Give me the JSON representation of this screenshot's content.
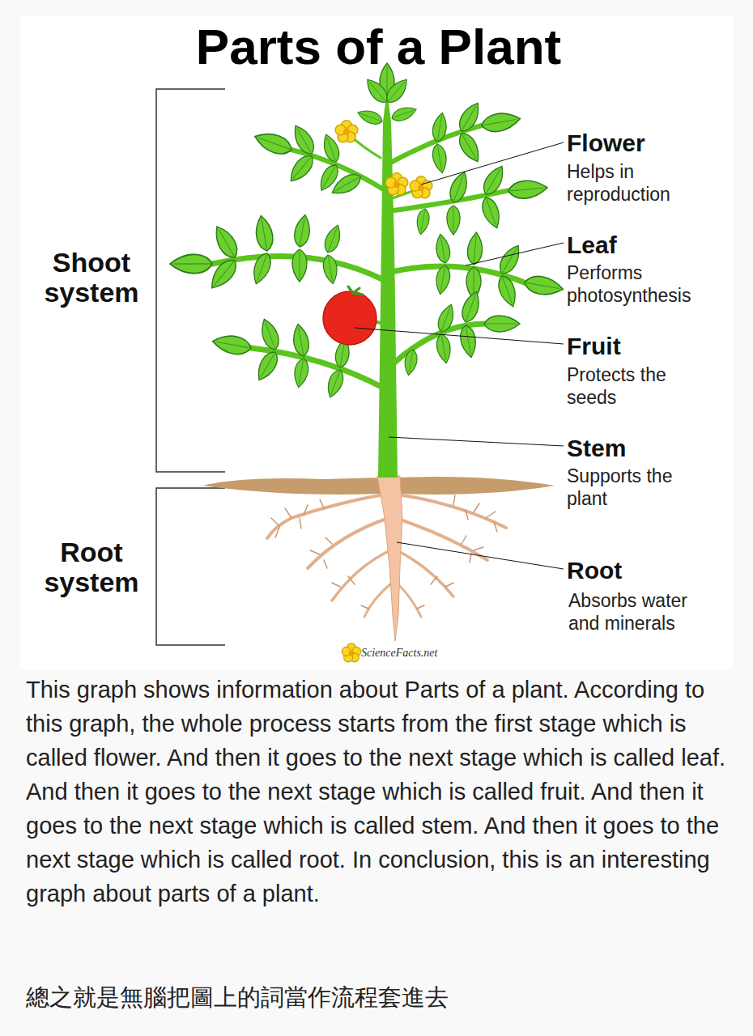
{
  "diagram": {
    "title": "Parts of a Plant",
    "labels": [
      "Shoot system",
      "Root system",
      "Flower",
      "Helps in reproduction",
      "Leaf",
      "Performs photosynthesis",
      "Fruit",
      "Protects the seeds",
      "Stem",
      "Supports the plant",
      "Root",
      "Absorbs water and minerals",
      "ScienceFacts.net",
      "This graph shows information about Parts of a plant. According to this graph, the whole process starts from the first stage which is called flower. And then it goes to the next stage which is called leaf. And then it goes to the next stage which is called fruit. And then it goes to the next stage which is called stem. And then it goes to the next stage which is called root. In conclusion, this is an interesting graph about parts of a plant.",
      "總之就是無腦把圖上的詞當作流程套進去"
    ]
  }
}
